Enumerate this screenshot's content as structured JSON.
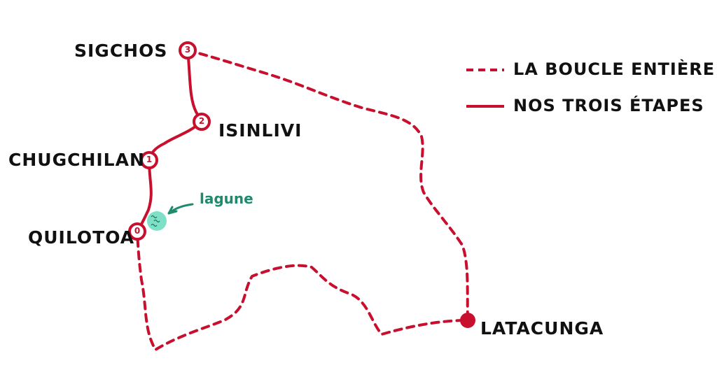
{
  "places": [
    {
      "name": "SIGCHOS",
      "stage": "3"
    },
    {
      "name": "ISINLIVI",
      "stage": "2"
    },
    {
      "name": "CHUGCHILAN",
      "stage": "1"
    },
    {
      "name": "QUILOTOA",
      "stage": "0"
    },
    {
      "name": "LATACUNGA"
    }
  ],
  "annotation": {
    "lagune": "lagune"
  },
  "legend": {
    "dashed_label": "LA BOUCLE ENTIÈRE",
    "solid_label": "NOS TROIS ÉTAPES"
  },
  "colors": {
    "route": "#c8102e",
    "lagoon": "#7fe0c8",
    "annotation": "#1e8a6e"
  }
}
